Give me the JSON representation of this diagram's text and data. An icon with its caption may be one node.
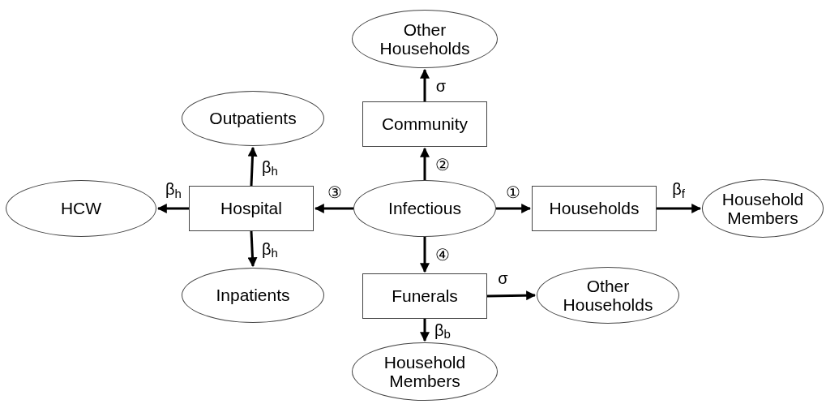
{
  "diagram": {
    "nodes": [
      {
        "text": [
          "Other Households"
        ]
      },
      {
        "text": [
          "Community"
        ]
      },
      {
        "text": [
          "Outpatients"
        ]
      },
      {
        "text": [
          "HCW"
        ]
      },
      {
        "text": [
          "Hospital"
        ]
      },
      {
        "text": [
          "Infectious"
        ]
      },
      {
        "text": [
          "Households"
        ]
      },
      {
        "text": [
          "Household Members"
        ]
      },
      {
        "text": [
          "Inpatients"
        ]
      },
      {
        "text": [
          "Funerals"
        ]
      },
      {
        "text": [
          "Other Households"
        ]
      },
      {
        "text": [
          "Household Members"
        ]
      }
    ],
    "edges": [
      {
        "from": 1,
        "to": 0,
        "arrow": "to",
        "label": "σ"
      },
      {
        "from": 5,
        "to": 1,
        "arrow": "to",
        "label": "②"
      },
      {
        "from": 5,
        "to": 4,
        "arrow": "to",
        "label": "③"
      },
      {
        "from": 5,
        "to": 6,
        "arrow": "to",
        "label": "①"
      },
      {
        "from": 5,
        "to": 9,
        "arrow": "to",
        "label": "④"
      },
      {
        "from": 4,
        "to": 2,
        "arrow": "to",
        "label": "β$_{h}$"
      },
      {
        "from": 4,
        "to": 3,
        "arrow": "to",
        "label": "β$_{h}$"
      },
      {
        "from": 4,
        "to": 8,
        "arrow": "to",
        "label": "β$_{h}$"
      },
      {
        "from": 6,
        "to": 7,
        "arrow": "to",
        "label": "β$_{f}$"
      },
      {
        "from": 9,
        "to": 10,
        "arrow": "to",
        "label": "σ"
      },
      {
        "from": 9,
        "to": 11,
        "arrow": "to",
        "label": "β$_{b}$"
      }
    ]
  }
}
